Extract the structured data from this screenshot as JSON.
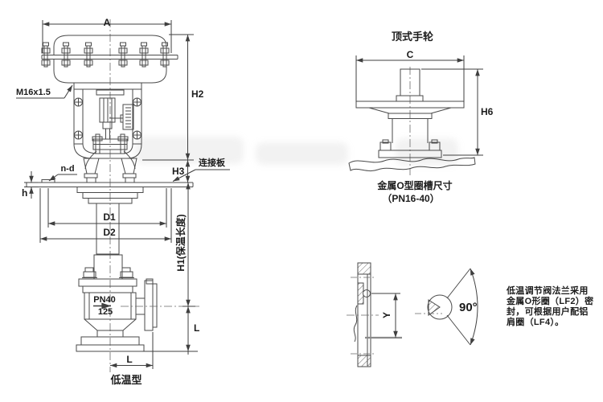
{
  "drawing": {
    "left_view": {
      "dim_a": "A",
      "thread_label": "M16x1.5",
      "dim_h2": "H2",
      "dim_h3": "H3",
      "plate_label": "连接板",
      "holes_label": "n-d",
      "dim_h": "h",
      "dim_d1": "D1",
      "dim_d2": "D2",
      "dim_h1": "H1(保温长度)",
      "dim_l_side": "L",
      "dim_l_bottom": "L",
      "body_marking_top": "PN40",
      "body_marking_bottom": "125",
      "caption": "低温型"
    },
    "handwheel_view": {
      "title": "顶式手轮",
      "dim_c": "C",
      "dim_h6": "H6",
      "caption_line1": "金属O型圈槽尺寸",
      "caption_line2": "（PN16-40）"
    },
    "oring_detail": {
      "dim_y": "Y",
      "angle_label": "90°",
      "note_lines": [
        "低温调节阀法兰采用",
        "金属O形圈（LF2）密",
        "封，可根据用户配铝",
        "肩圈（LF4）。"
      ]
    }
  }
}
